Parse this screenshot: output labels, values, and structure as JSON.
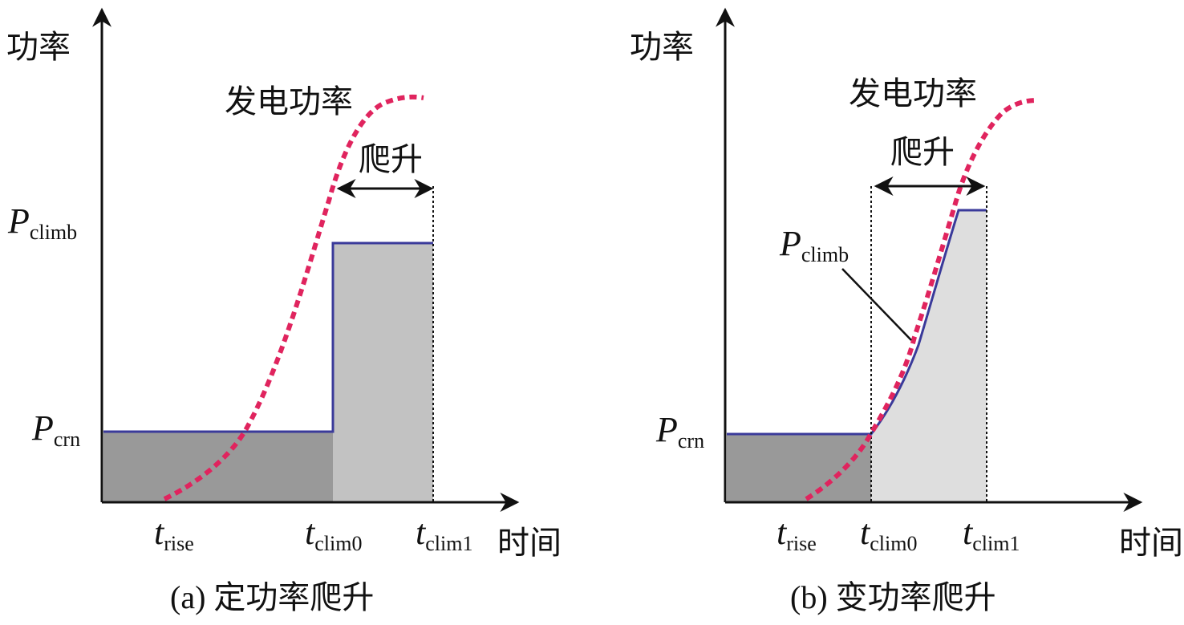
{
  "colors": {
    "dark_fill": "#999999",
    "mid_fill": "#c2c2c2",
    "light_fill": "#dedede",
    "power_line": "#3a3a9a",
    "gen_curve": "#e0245e",
    "axis": "#111111"
  },
  "panel_a": {
    "y_axis_label": "功率",
    "x_axis_label": "时间",
    "curve_label": "发电功率",
    "climb_label": "爬升",
    "p_climb": {
      "main": "P",
      "sub": "climb"
    },
    "p_crn": {
      "main": "P",
      "sub": "crn"
    },
    "t_rise": {
      "main": "t",
      "sub": "rise"
    },
    "t_clim0": {
      "main": "t",
      "sub": "clim0"
    },
    "t_clim1": {
      "main": "t",
      "sub": "clim1"
    },
    "caption": "(a) 定功率爬升"
  },
  "panel_b": {
    "y_axis_label": "功率",
    "x_axis_label": "时间",
    "curve_label": "发电功率",
    "climb_label": "爬升",
    "p_climb": {
      "main": "P",
      "sub": "climb"
    },
    "p_crn": {
      "main": "P",
      "sub": "crn"
    },
    "t_rise": {
      "main": "t",
      "sub": "rise"
    },
    "t_clim0": {
      "main": "t",
      "sub": "clim0"
    },
    "t_clim1": {
      "main": "t",
      "sub": "clim1"
    },
    "caption": "(b) 变功率爬升"
  }
}
